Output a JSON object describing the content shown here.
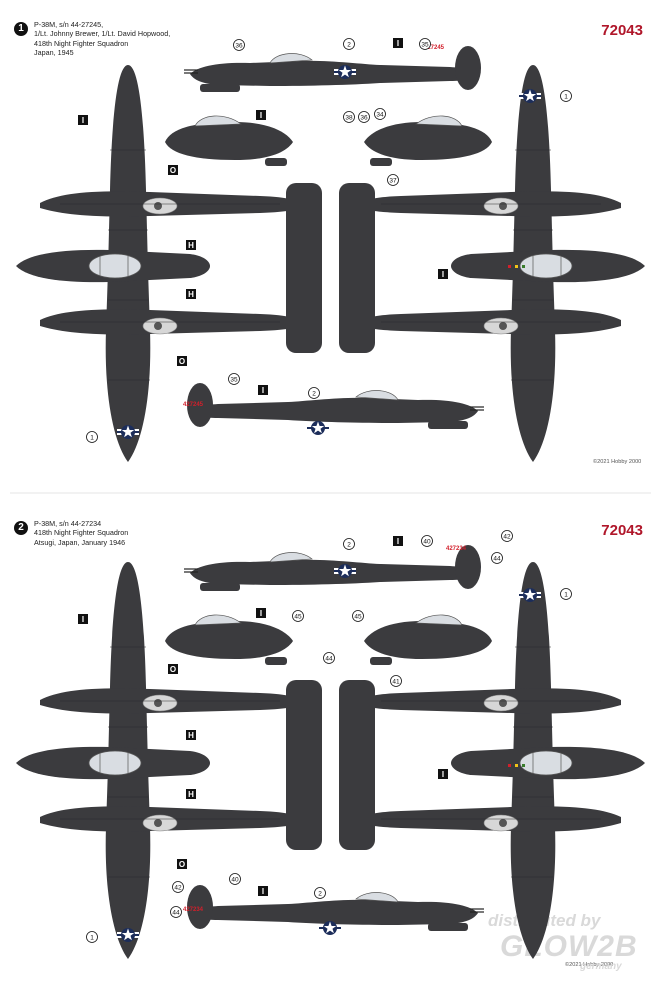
{
  "product_code": "72043",
  "schemes": [
    {
      "number": "1",
      "lines": [
        "P-38M, s/n 44-27245,",
        "1/Lt. Johnny Brewer, 1/Lt. David Hopwood,",
        "418th Night Fighter Squadron",
        "Japan, 1945"
      ],
      "copyright": "©2021 Hobby 2000",
      "tail_code": "427245",
      "callouts": [
        "36",
        "2",
        "I",
        "35",
        "I",
        "38",
        "36",
        "34",
        "37",
        "I",
        "O",
        "H",
        "H",
        "O",
        "I",
        "1",
        "1",
        "35",
        "I",
        "2"
      ]
    },
    {
      "number": "2",
      "lines": [
        "P-38M, s/n 44-27234",
        "418th Night Fighter Squadron",
        "Atsugi, Japan, January 1946"
      ],
      "copyright": "©2021 Hobby 2000",
      "tail_code": "427234",
      "callouts": [
        "2",
        "I",
        "40",
        "42",
        "44",
        "I",
        "45",
        "45",
        "44",
        "41",
        "I",
        "O",
        "H",
        "H",
        "O",
        "I",
        "1",
        "1",
        "42",
        "40",
        "44",
        "I",
        "2"
      ]
    }
  ],
  "watermark": {
    "line1": "distributed by",
    "line2": "GLOW2B",
    "line3": "germany"
  },
  "colors": {
    "aircraft": "#3b3b3e",
    "panel": "#2c2c2f",
    "accent": "#b0162a",
    "insignia_blue": "#1c2d5a"
  }
}
